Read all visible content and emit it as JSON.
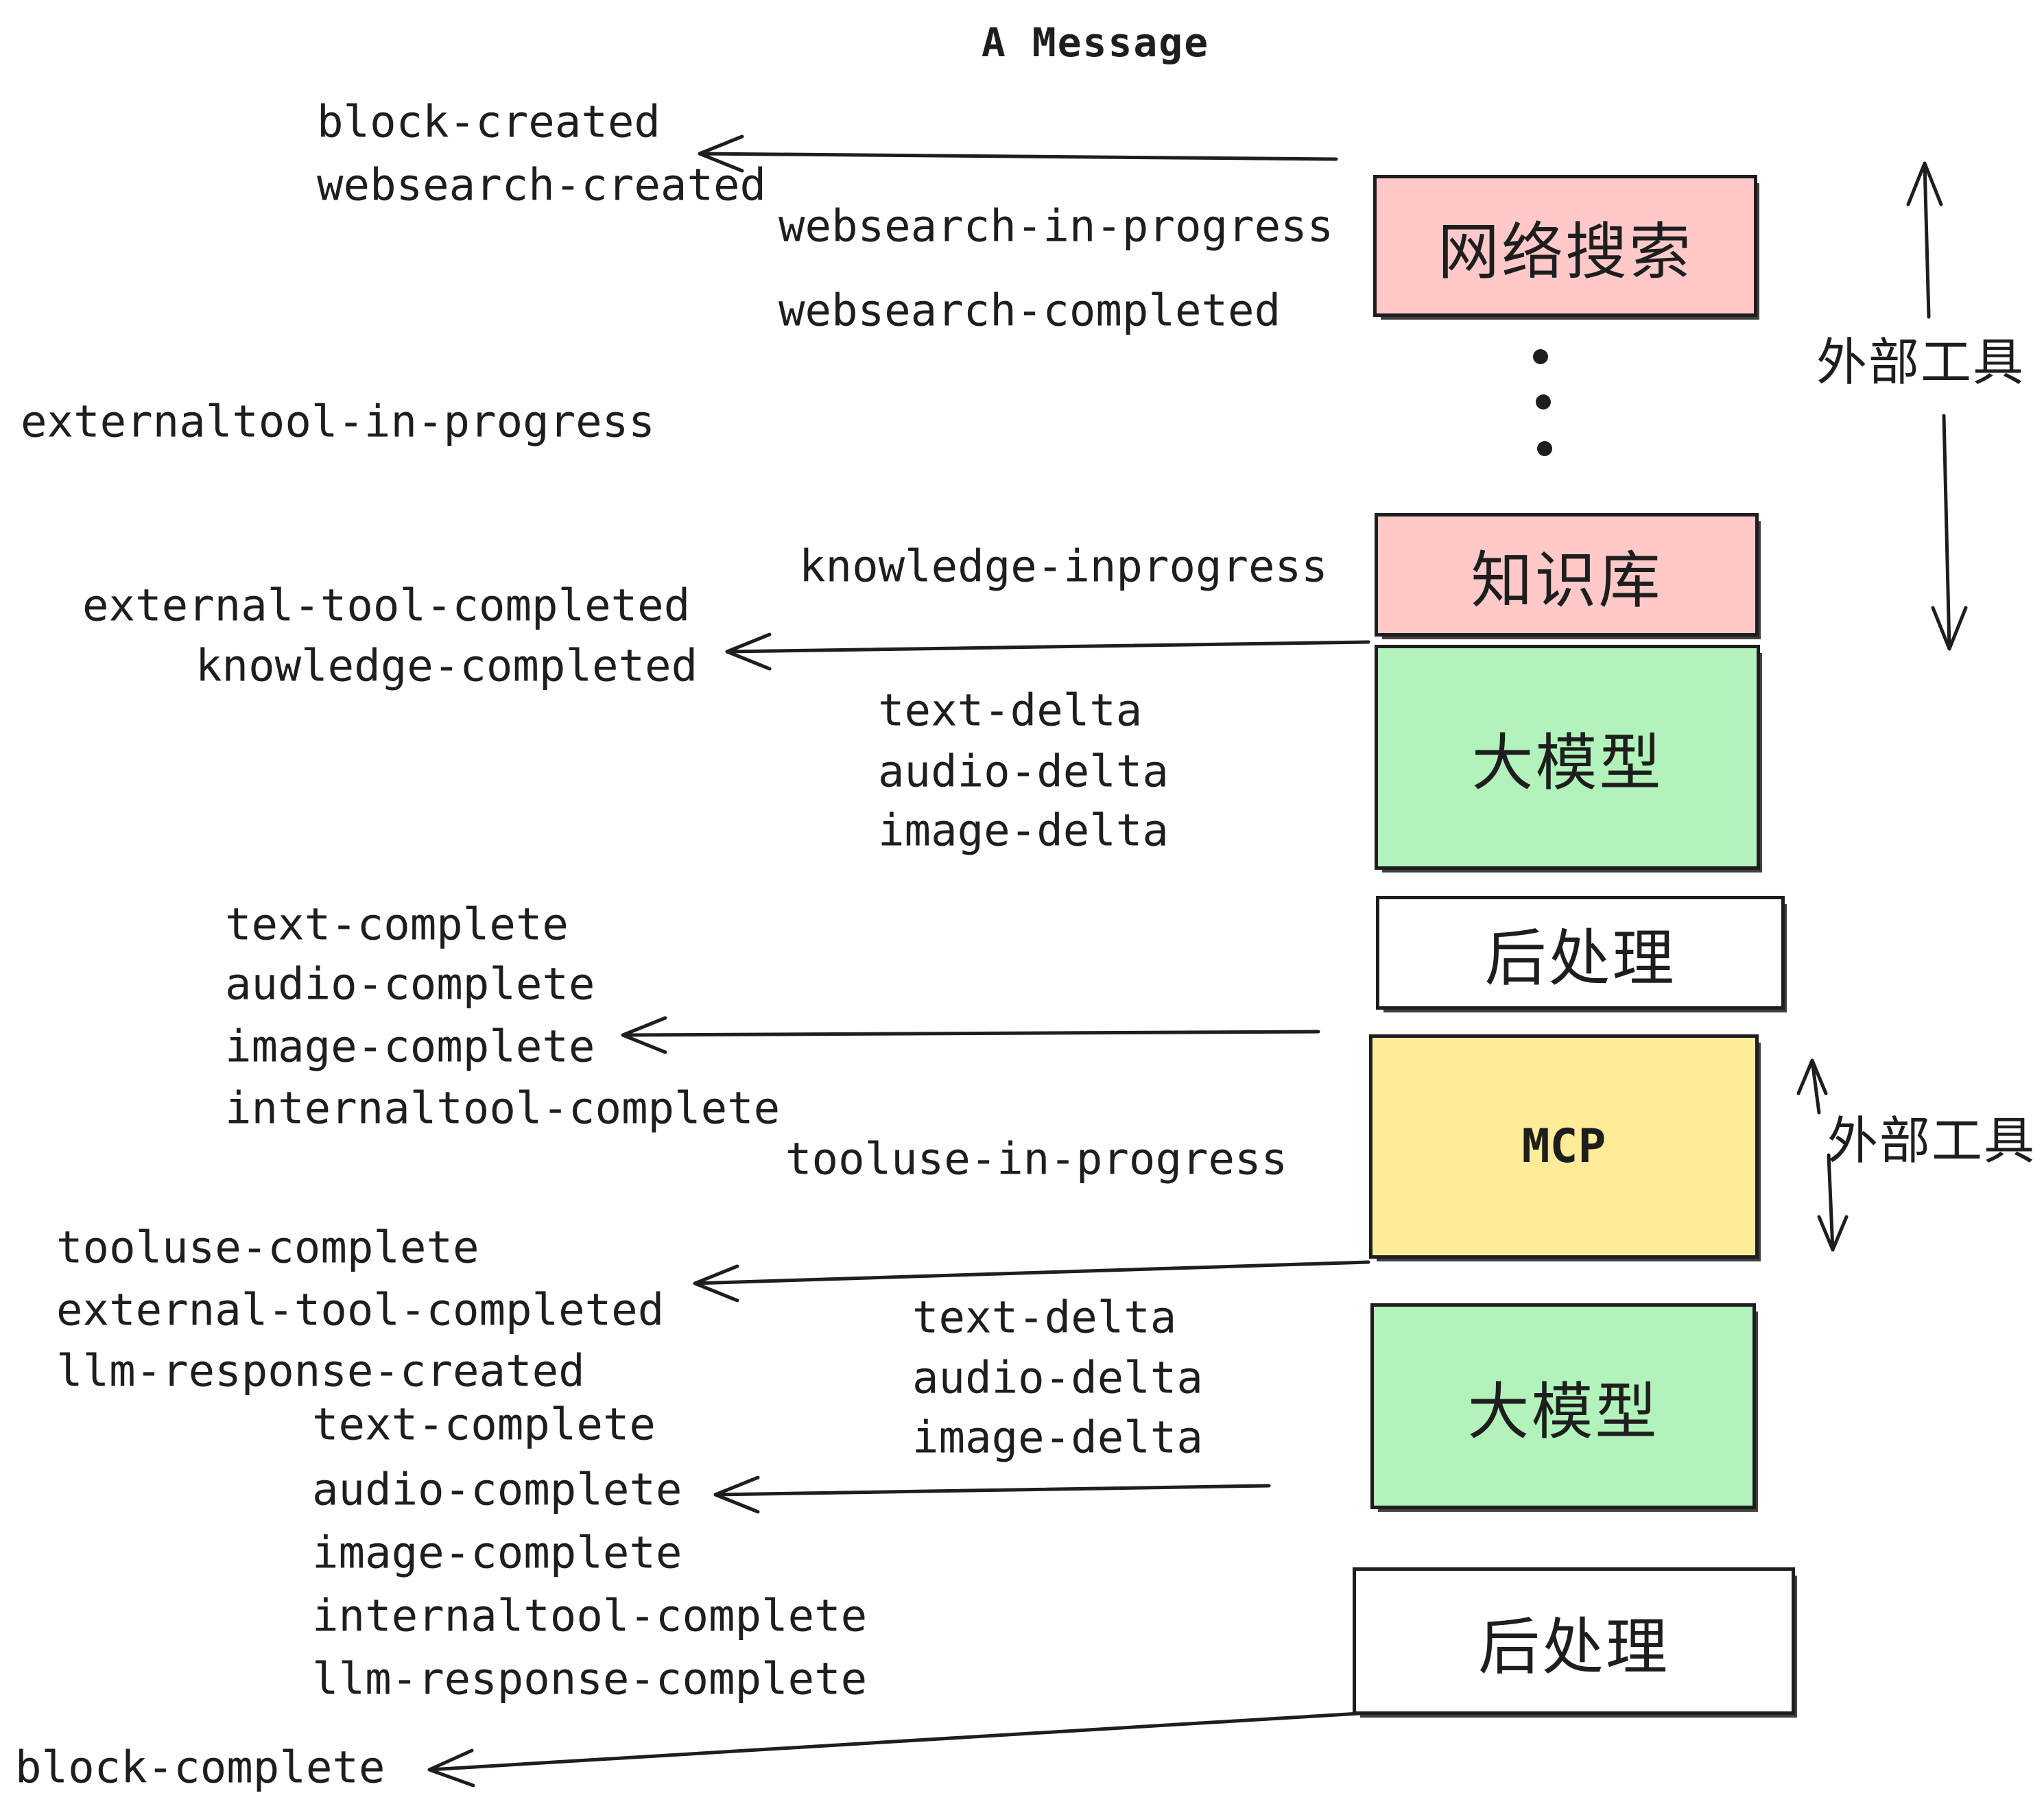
{
  "title": "A Message",
  "colors": {
    "pink": "#ffc9c9",
    "green": "#b2f2bb",
    "yellow": "#ffec99",
    "white": "#ffffff",
    "stroke": "#1e1e1e"
  },
  "events": [
    "block-created",
    "websearch-created",
    "websearch-in-progress",
    "websearch-completed",
    "externaltool-in-progress",
    "knowledge-inprogress",
    "external-tool-completed",
    "knowledge-completed",
    "text-delta",
    "audio-delta",
    "image-delta",
    "text-complete",
    "audio-complete",
    "image-complete",
    "internaltool-complete",
    "tooluse-in-progress",
    "tooluse-complete",
    "external-tool-completed",
    "llm-response-created",
    "text-delta",
    "audio-delta",
    "image-delta",
    "text-complete",
    "audio-complete",
    "image-complete",
    "internaltool-complete",
    "llm-response-complete",
    "block-complete"
  ],
  "boxes": [
    {
      "label": "网络搜索"
    },
    {
      "label": "知识库"
    },
    {
      "label": "大模型"
    },
    {
      "label": "后处理"
    },
    {
      "label": "MCP"
    },
    {
      "label": "大模型"
    },
    {
      "label": "后处理"
    }
  ],
  "annotations": {
    "external_tools_top": "外部工具",
    "external_tools_mcp": "外部工具"
  }
}
